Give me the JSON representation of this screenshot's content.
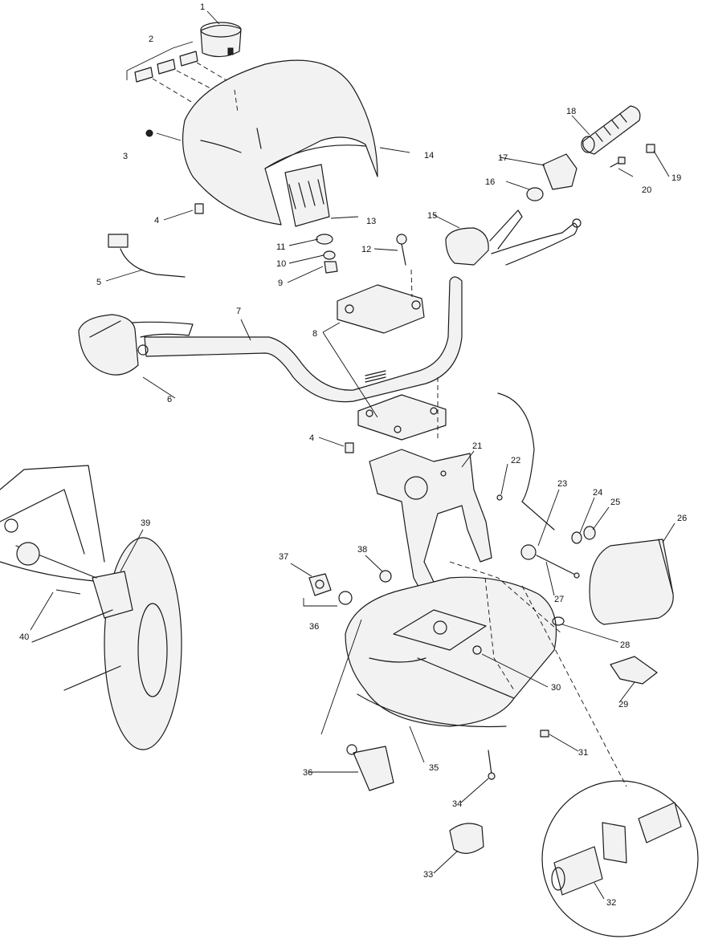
{
  "callouts": [
    {
      "id": "c1",
      "text": "1"
    },
    {
      "id": "c2",
      "text": "2"
    },
    {
      "id": "c3",
      "text": "3"
    },
    {
      "id": "c4a",
      "text": "4"
    },
    {
      "id": "c4b",
      "text": "4"
    },
    {
      "id": "c5",
      "text": "5"
    },
    {
      "id": "c6",
      "text": "6"
    },
    {
      "id": "c7",
      "text": "7"
    },
    {
      "id": "c8",
      "text": "8"
    },
    {
      "id": "c9",
      "text": "9"
    },
    {
      "id": "c10",
      "text": "10"
    },
    {
      "id": "c11",
      "text": "11"
    },
    {
      "id": "c12",
      "text": "12"
    },
    {
      "id": "c13",
      "text": "13"
    },
    {
      "id": "c14",
      "text": "14"
    },
    {
      "id": "c15",
      "text": "15"
    },
    {
      "id": "c16",
      "text": "16"
    },
    {
      "id": "c17",
      "text": "17"
    },
    {
      "id": "c18",
      "text": "18"
    },
    {
      "id": "c19",
      "text": "19"
    },
    {
      "id": "c20",
      "text": "20"
    },
    {
      "id": "c21",
      "text": "21"
    },
    {
      "id": "c22",
      "text": "22"
    },
    {
      "id": "c23",
      "text": "23"
    },
    {
      "id": "c24",
      "text": "24"
    },
    {
      "id": "c25",
      "text": "25"
    },
    {
      "id": "c26",
      "text": "26"
    },
    {
      "id": "c27",
      "text": "27"
    },
    {
      "id": "c28",
      "text": "28"
    },
    {
      "id": "c29",
      "text": "29"
    },
    {
      "id": "c30",
      "text": "30"
    },
    {
      "id": "c31",
      "text": "31"
    },
    {
      "id": "c32",
      "text": "32"
    },
    {
      "id": "c33",
      "text": "33"
    },
    {
      "id": "c34",
      "text": "34"
    },
    {
      "id": "c35",
      "text": "35"
    },
    {
      "id": "c36a",
      "text": "36"
    },
    {
      "id": "c36b",
      "text": "36"
    },
    {
      "id": "c37",
      "text": "37"
    },
    {
      "id": "c38",
      "text": "38"
    },
    {
      "id": "c39",
      "text": "39"
    },
    {
      "id": "c40",
      "text": "40"
    }
  ]
}
